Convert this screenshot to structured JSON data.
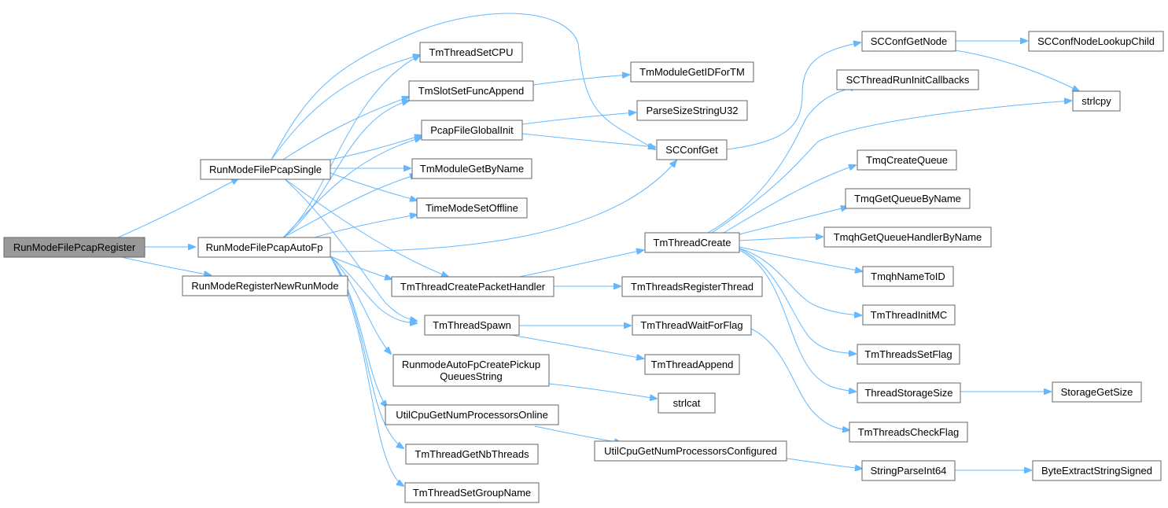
{
  "colors": {
    "edge": "#63b8ff",
    "node_border": "#666666",
    "root_fill": "#999999",
    "node_fill": "#ffffff"
  },
  "nodes": {
    "n_root": {
      "label": "RunModeFilePcapRegister"
    },
    "n_single": {
      "label": "RunModeFilePcapSingle"
    },
    "n_autofp": {
      "label": "RunModeFilePcapAutoFp"
    },
    "n_regnew": {
      "label": "RunModeRegisterNewRunMode"
    },
    "n_setcpu": {
      "label": "TmThreadSetCPU"
    },
    "n_slotappend": {
      "label": "TmSlotSetFuncAppend"
    },
    "n_pcapinit": {
      "label": "PcapFileGlobalInit"
    },
    "n_modbyname": {
      "label": "TmModuleGetByName"
    },
    "n_timeoff": {
      "label": "TimeModeSetOffline"
    },
    "n_createph": {
      "label": "TmThreadCreatePacketHandler"
    },
    "n_spawn": {
      "label": "TmThreadSpawn"
    },
    "n_pickup": {
      "label": [
        "RunmodeAutoFpCreatePickup",
        "QueuesString"
      ]
    },
    "n_cpuonline": {
      "label": "UtilCpuGetNumProcessorsOnline"
    },
    "n_nbthreads": {
      "label": "TmThreadGetNbThreads"
    },
    "n_groupname": {
      "label": "TmThreadSetGroupName"
    },
    "n_modid": {
      "label": "TmModuleGetIDForTM"
    },
    "n_parsesize": {
      "label": "ParseSizeStringU32"
    },
    "n_confget": {
      "label": "SCConfGet"
    },
    "n_tcreate": {
      "label": "TmThreadCreate"
    },
    "n_regthread": {
      "label": "TmThreadsRegisterThread"
    },
    "n_waitflag": {
      "label": "TmThreadWaitForFlag"
    },
    "n_tappend": {
      "label": "TmThreadAppend"
    },
    "n_strlcat": {
      "label": "strlcat"
    },
    "n_cpuconf": {
      "label": "UtilCpuGetNumProcessorsConfigured"
    },
    "n_getnode": {
      "label": "SCConfGetNode"
    },
    "n_initcb": {
      "label": "SCThreadRunInitCallbacks"
    },
    "n_tmqcreate": {
      "label": "TmqCreateQueue"
    },
    "n_tmqget": {
      "label": "TmqGetQueueByName"
    },
    "n_tmqh": {
      "label": "TmqhGetQueueHandlerByName"
    },
    "n_tmqhname": {
      "label": "TmqhNameToID"
    },
    "n_initmc": {
      "label": "TmThreadInitMC"
    },
    "n_setflag": {
      "label": "TmThreadsSetFlag"
    },
    "n_storsize": {
      "label": "ThreadStorageSize"
    },
    "n_checkflag": {
      "label": "TmThreadsCheckFlag"
    },
    "n_parseint": {
      "label": "StringParseInt64"
    },
    "n_lookup": {
      "label": "SCConfNodeLookupChild"
    },
    "n_strlcpy": {
      "label": "strlcpy"
    },
    "n_storget": {
      "label": "StorageGetSize"
    },
    "n_byteext": {
      "label": "ByteExtractStringSigned"
    }
  }
}
